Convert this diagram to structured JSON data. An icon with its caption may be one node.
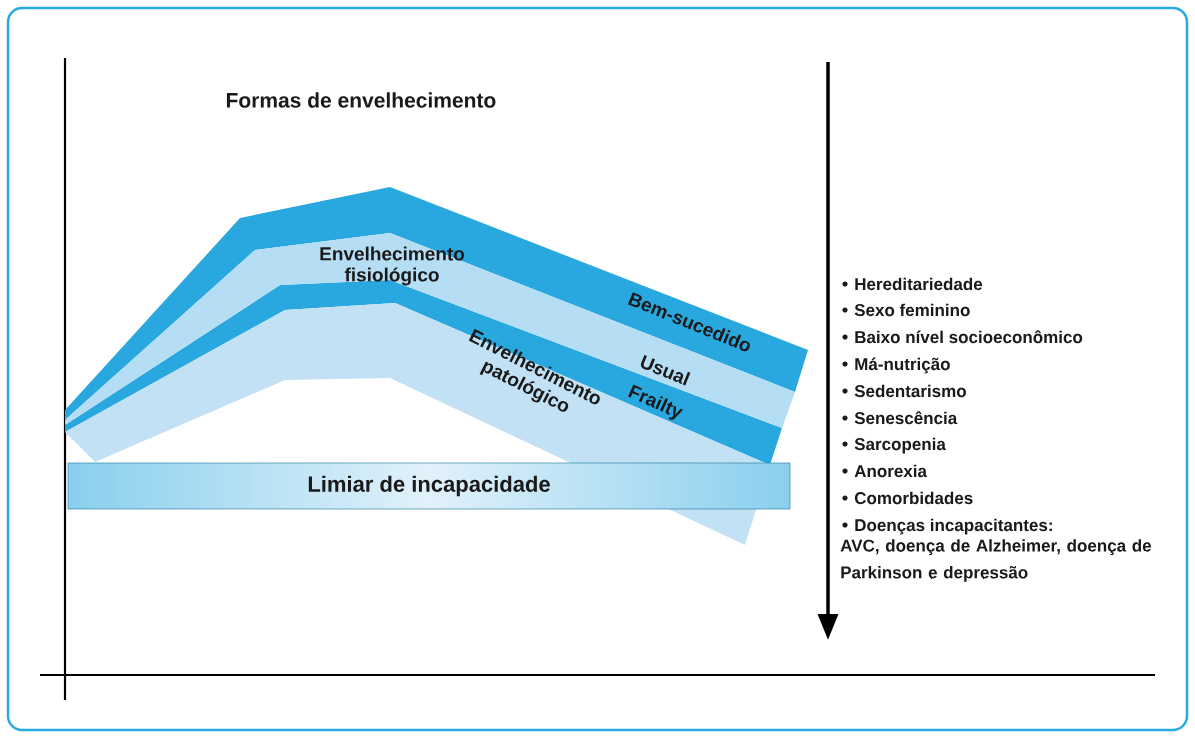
{
  "diagram": {
    "title": "Formas de envelhecimento",
    "nodes": [
      {
        "text": [
          "Bem-sucedido"
        ]
      },
      {
        "text": [
          "Envelhecimento fisiológico",
          "Usual"
        ]
      },
      {
        "text": [
          "Frailty"
        ]
      },
      {
        "text": [
          "Envelhecimento patológico"
        ]
      },
      {
        "text": [
          "Limiar de incapacidade"
        ]
      }
    ],
    "labels": [
      "Hereditariedade",
      "Sexo feminino",
      "Baixo nível socioeconômico",
      "Má-nutrição",
      "Sedentarismo",
      "Senescência",
      "Sarcopenia",
      "Anorexia",
      "Comorbidades",
      "Doenças incapacitantes:",
      "AVC, doença de Alzheimer, doença de Parkinson e depressão"
    ]
  }
}
